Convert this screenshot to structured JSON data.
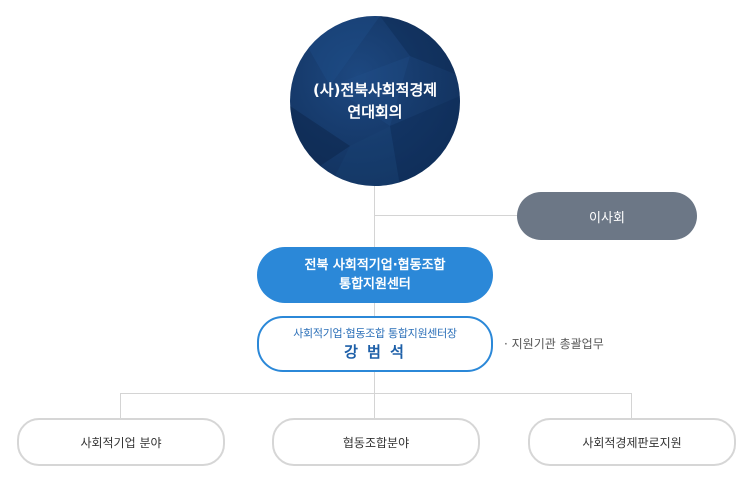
{
  "org_chart": {
    "top": {
      "lines": [
        "(사)전북사회적경제",
        "연대회의"
      ],
      "color": "#163a6b"
    },
    "board": {
      "label": "이사회",
      "color": "#6c7786"
    },
    "center": {
      "lines": [
        "전북 사회적기업·협동조합",
        "통합지원센터"
      ],
      "color": "#2b88d8"
    },
    "director": {
      "title": "사회적기업·협동조합 통합지원센터장",
      "name": "강 범 석",
      "note": "· 지원기관 총괄업무"
    },
    "departments": [
      {
        "label": "사회적기업 분야"
      },
      {
        "label": "협동조합분야"
      },
      {
        "label": "사회적경제판로지원"
      }
    ]
  }
}
